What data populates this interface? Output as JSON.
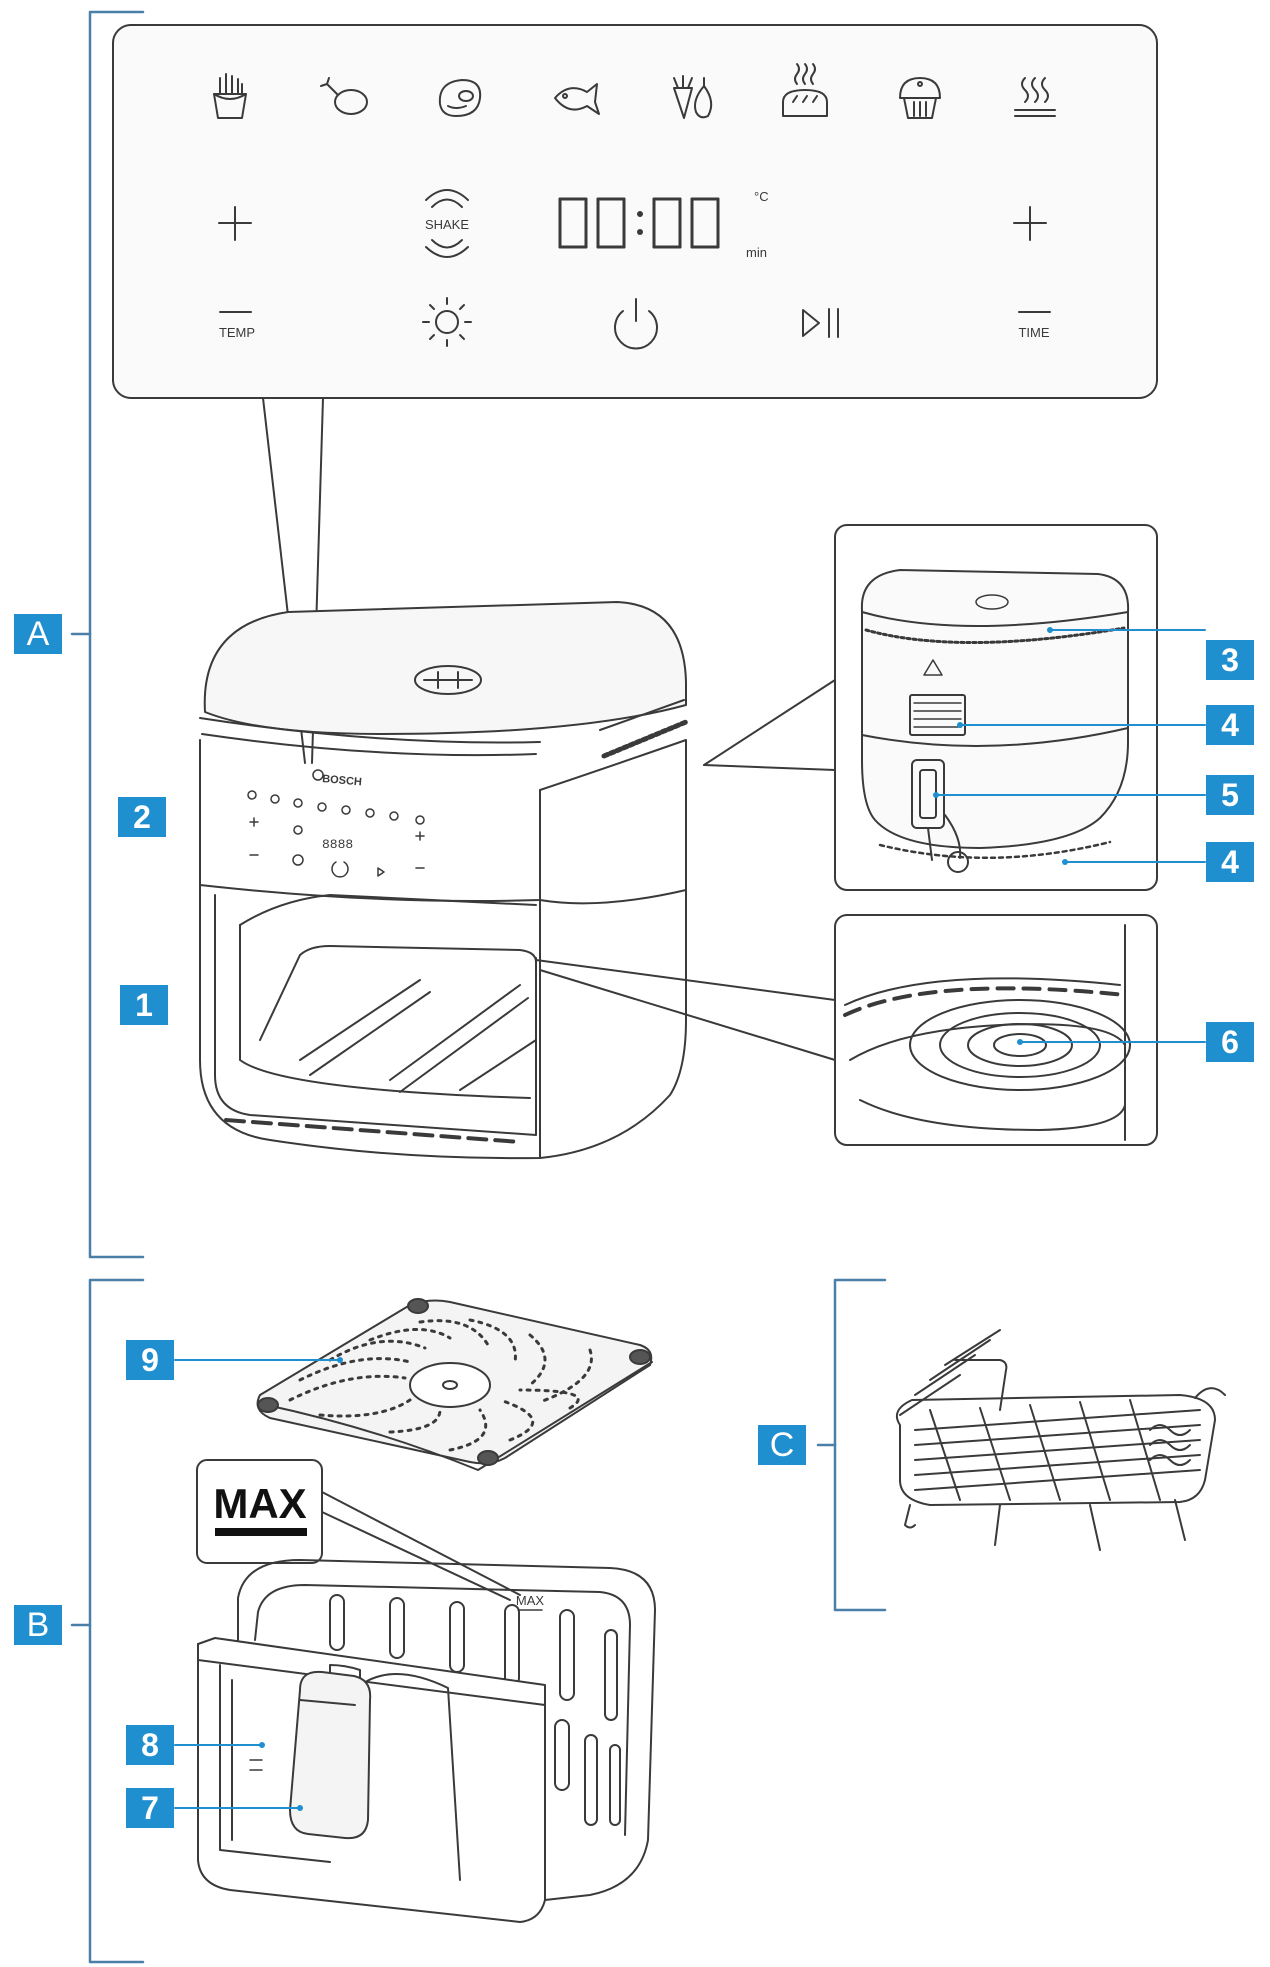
{
  "panel": {
    "display": "00:00",
    "unit_temp": "°C",
    "unit_time": "min",
    "shake": "SHAKE",
    "temp_label": "TEMP",
    "time_label": "TIME"
  },
  "brand": "BOSCH",
  "mini_display": "8888",
  "max_text": "MAX",
  "max_small": "MAX",
  "group_labels": [
    "A",
    "B",
    "C"
  ],
  "callouts": [
    "1",
    "2",
    "3",
    "4",
    "4",
    "5",
    "6",
    "7",
    "8",
    "9"
  ],
  "colors": {
    "accent": "#1f8fcf",
    "line": "#3a3a3a",
    "fill": "#f4f4f4"
  }
}
